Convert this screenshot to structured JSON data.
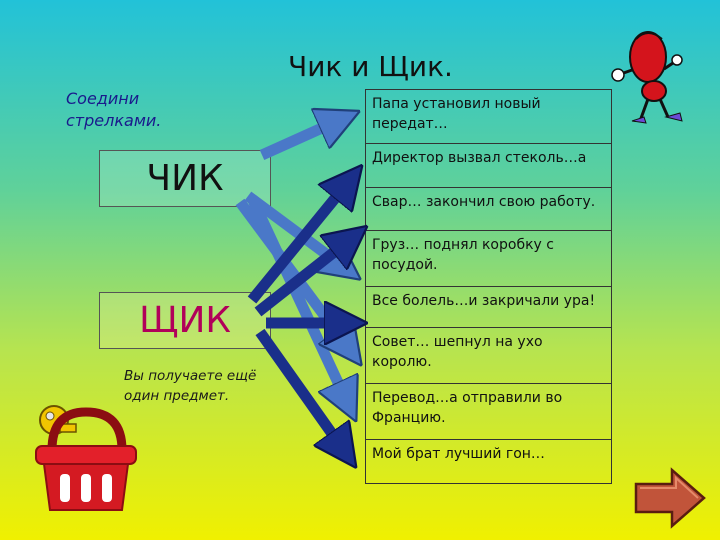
{
  "title": "Чик и Щик.",
  "instruction": "Соедини стрелками.",
  "words": {
    "chik": "ЧИК",
    "shchik": "ЩИК"
  },
  "note": "Вы получаете ещё один предмет.",
  "sentences": [
    "Папа установил новый передат…",
    "Директор вызвал стеколь…а",
    "Свар… закончил свою работу.",
    "Груз… поднял коробку с посудой.",
    "Все болель…и закричали ура!",
    "Совет… шепнул на ухо королю.",
    "Перевод…а отправили во Францию.",
    "Мой брат лучший гон…"
  ],
  "colors": {
    "arrow_light": "#4a78c8",
    "arrow_dark": "#1a2f8a",
    "accent": "#b1005a"
  },
  "icons": {
    "mascot": "red-ant-mascot",
    "basket": "basket-icon",
    "next": "next-arrow-icon"
  }
}
